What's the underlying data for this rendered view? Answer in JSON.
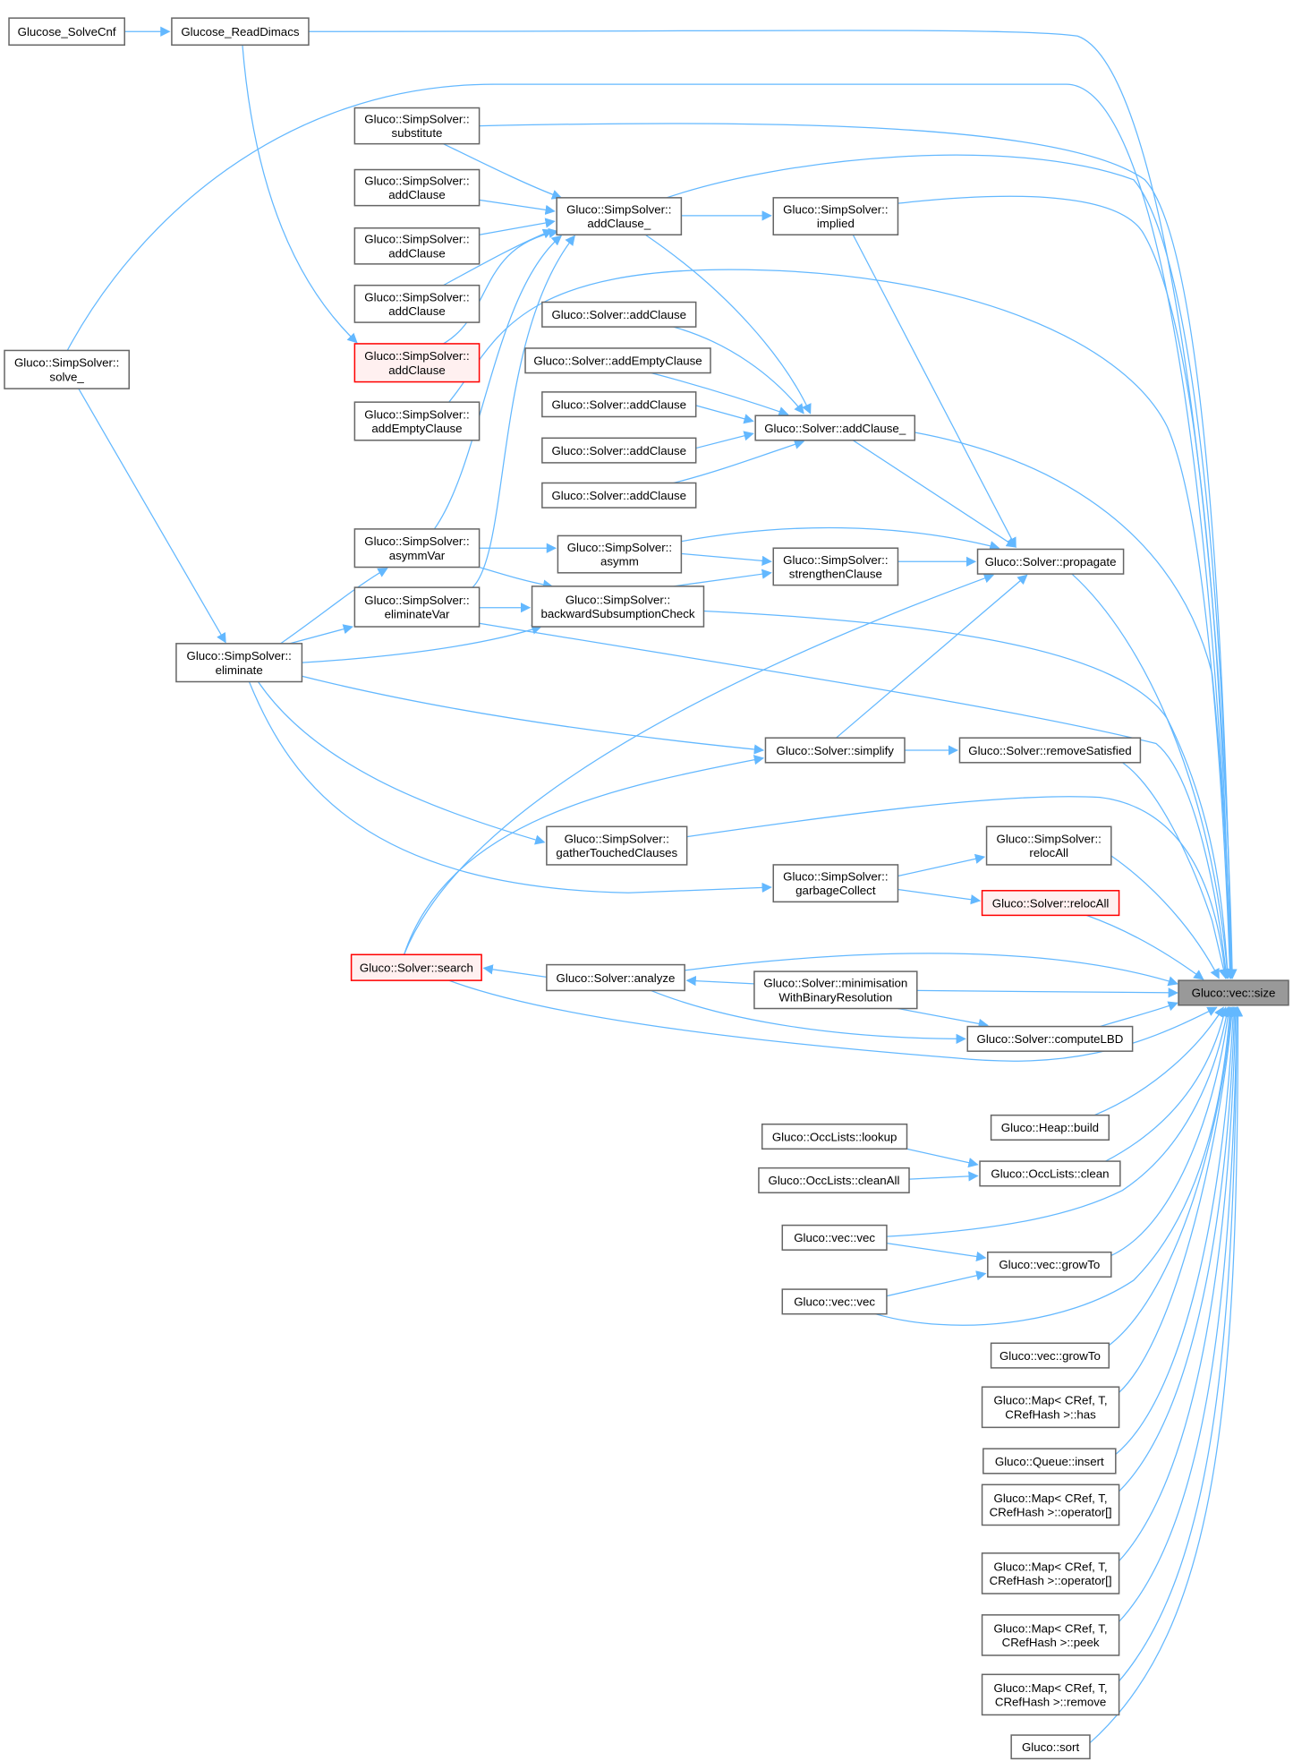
{
  "colors": {
    "edge": "#63b8ff",
    "node_border": "#666666",
    "node_fill": "#ffffff",
    "truncated_border": "#ff0000",
    "truncated_fill": "#fff0f0",
    "current_fill": "#999999"
  },
  "graph": {
    "nodes": [
      {
        "lines": [
          "Glucose_SolveCnf"
        ],
        "style": "normal"
      },
      {
        "lines": [
          "Glucose_ReadDimacs"
        ],
        "style": "normal"
      },
      {
        "lines": [
          "Gluco::SimpSolver::",
          "solve_"
        ],
        "style": "normal"
      },
      {
        "lines": [
          "Gluco::SimpSolver::",
          "substitute"
        ],
        "style": "normal"
      },
      {
        "lines": [
          "Gluco::SimpSolver::",
          "addClause"
        ],
        "style": "normal"
      },
      {
        "lines": [
          "Gluco::SimpSolver::",
          "addClause"
        ],
        "style": "normal"
      },
      {
        "lines": [
          "Gluco::SimpSolver::",
          "addClause"
        ],
        "style": "normal"
      },
      {
        "lines": [
          "Gluco::SimpSolver::",
          "addClause"
        ],
        "style": "truncated"
      },
      {
        "lines": [
          "Gluco::SimpSolver::",
          "addEmptyClause"
        ],
        "style": "normal"
      },
      {
        "lines": [
          "Gluco::SimpSolver::",
          "addClause_"
        ],
        "style": "normal"
      },
      {
        "lines": [
          "Gluco::SimpSolver::",
          "implied"
        ],
        "style": "normal"
      },
      {
        "lines": [
          "Gluco::Solver::addClause"
        ],
        "style": "normal"
      },
      {
        "lines": [
          "Gluco::Solver::addEmptyClause"
        ],
        "style": "normal"
      },
      {
        "lines": [
          "Gluco::Solver::addClause"
        ],
        "style": "normal"
      },
      {
        "lines": [
          "Gluco::Solver::addClause"
        ],
        "style": "normal"
      },
      {
        "lines": [
          "Gluco::Solver::addClause"
        ],
        "style": "normal"
      },
      {
        "lines": [
          "Gluco::Solver::addClause_"
        ],
        "style": "normal"
      },
      {
        "lines": [
          "Gluco::SimpSolver::",
          "asymmVar"
        ],
        "style": "normal"
      },
      {
        "lines": [
          "Gluco::SimpSolver::",
          "eliminateVar"
        ],
        "style": "normal"
      },
      {
        "lines": [
          "Gluco::SimpSolver::",
          "eliminate"
        ],
        "style": "normal"
      },
      {
        "lines": [
          "Gluco::SimpSolver::",
          "asymm"
        ],
        "style": "normal"
      },
      {
        "lines": [
          "Gluco::SimpSolver::",
          "strengthenClause"
        ],
        "style": "normal"
      },
      {
        "lines": [
          "Gluco::SimpSolver::",
          "backwardSubsumptionCheck"
        ],
        "style": "normal"
      },
      {
        "lines": [
          "Gluco::Solver::propagate"
        ],
        "style": "normal"
      },
      {
        "lines": [
          "Gluco::Solver::simplify"
        ],
        "style": "normal"
      },
      {
        "lines": [
          "Gluco::Solver::removeSatisfied"
        ],
        "style": "normal"
      },
      {
        "lines": [
          "Gluco::SimpSolver::",
          "gatherTouchedClauses"
        ],
        "style": "normal"
      },
      {
        "lines": [
          "Gluco::SimpSolver::",
          "relocAll"
        ],
        "style": "normal"
      },
      {
        "lines": [
          "Gluco::SimpSolver::",
          "garbageCollect"
        ],
        "style": "normal"
      },
      {
        "lines": [
          "Gluco::Solver::relocAll"
        ],
        "style": "truncated"
      },
      {
        "lines": [
          "Gluco::Solver::search"
        ],
        "style": "truncated"
      },
      {
        "lines": [
          "Gluco::Solver::analyze"
        ],
        "style": "normal"
      },
      {
        "lines": [
          "Gluco::Solver::minimisation",
          "WithBinaryResolution"
        ],
        "style": "normal"
      },
      {
        "lines": [
          "Gluco::Solver::computeLBD"
        ],
        "style": "normal"
      },
      {
        "lines": [
          "Gluco::vec::size"
        ],
        "style": "current"
      },
      {
        "lines": [
          "Gluco::Heap::build"
        ],
        "style": "normal"
      },
      {
        "lines": [
          "Gluco::OccLists::lookup"
        ],
        "style": "normal"
      },
      {
        "lines": [
          "Gluco::OccLists::cleanAll"
        ],
        "style": "normal"
      },
      {
        "lines": [
          "Gluco::OccLists::clean"
        ],
        "style": "normal"
      },
      {
        "lines": [
          "Gluco::vec::vec"
        ],
        "style": "normal"
      },
      {
        "lines": [
          "Gluco::vec::growTo"
        ],
        "style": "normal"
      },
      {
        "lines": [
          "Gluco::vec::vec"
        ],
        "style": "normal"
      },
      {
        "lines": [
          "Gluco::vec::growTo"
        ],
        "style": "normal"
      },
      {
        "lines": [
          "Gluco::Map< CRef, T,",
          "CRefHash >::has"
        ],
        "style": "normal"
      },
      {
        "lines": [
          "Gluco::Queue::insert"
        ],
        "style": "normal"
      },
      {
        "lines": [
          "Gluco::Map< CRef, T,",
          "CRefHash >::operator[]"
        ],
        "style": "normal"
      },
      {
        "lines": [
          "Gluco::Map< CRef, T,",
          "CRefHash >::operator[]"
        ],
        "style": "normal"
      },
      {
        "lines": [
          "Gluco::Map< CRef, T,",
          "CRefHash >::peek"
        ],
        "style": "normal"
      },
      {
        "lines": [
          "Gluco::Map< CRef, T,",
          "CRefHash >::remove"
        ],
        "style": "normal"
      },
      {
        "lines": [
          "Gluco::sort"
        ],
        "style": "normal"
      }
    ]
  }
}
